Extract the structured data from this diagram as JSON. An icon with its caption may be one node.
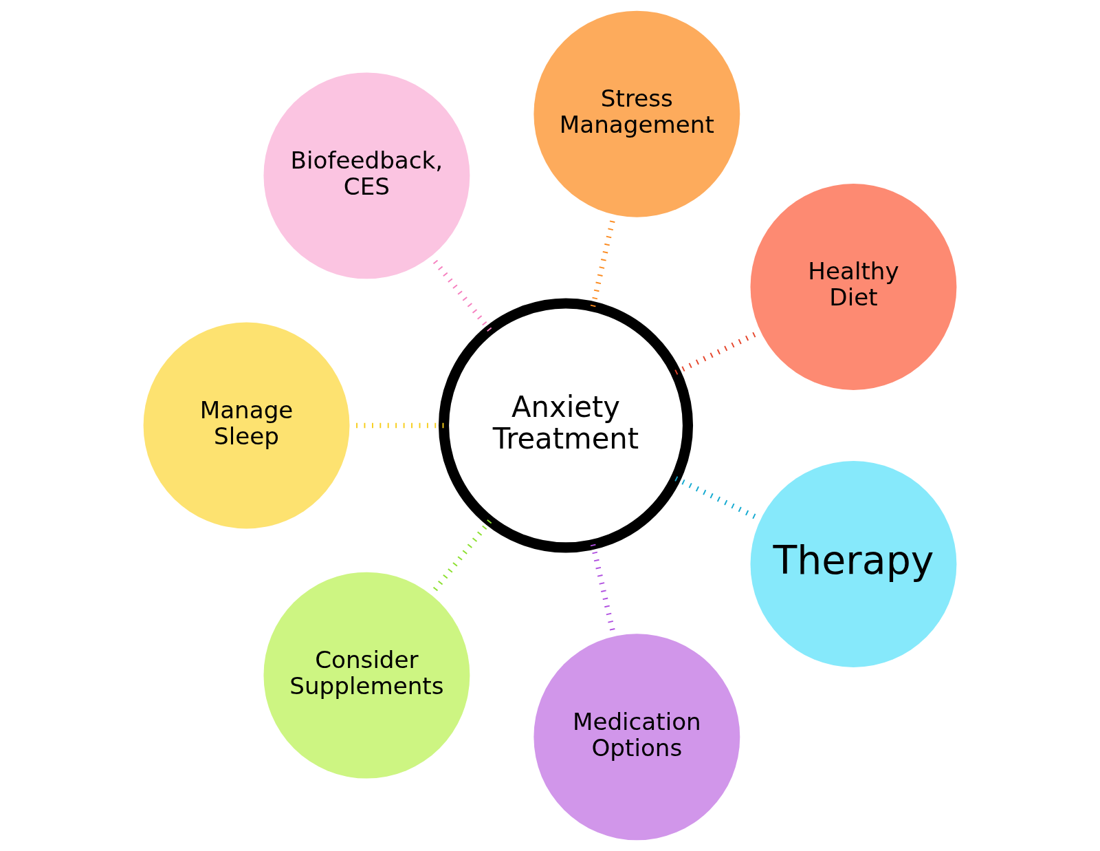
{
  "diagram": {
    "nodes": [
      {
        "text": [
          "Healthy Diet"
        ]
      },
      {
        "text": [
          "Stress Management"
        ]
      },
      {
        "text": [
          "Biofeedback, CES"
        ]
      },
      {
        "text": [
          "Manage Sleep"
        ]
      },
      {
        "text": [
          "Anxiety Treatment"
        ]
      },
      {
        "text": [
          "Consider Supplements"
        ]
      },
      {
        "text": [
          "Medication Options"
        ]
      },
      {
        "text": [
          "Therapy"
        ]
      }
    ],
    "edges": [
      {
        "from": 4,
        "to": 0,
        "arrow": "none",
        "color": "#e5452b"
      },
      {
        "from": 4,
        "to": 1,
        "arrow": "none",
        "color": "#fb8a1e"
      },
      {
        "from": 4,
        "to": 3,
        "arrow": "none",
        "color": "#f7ce1b"
      },
      {
        "from": 4,
        "to": 5,
        "arrow": "none",
        "color": "#8be02e"
      },
      {
        "from": 4,
        "to": 7,
        "arrow": "none",
        "color": "#12a9d0"
      },
      {
        "from": 4,
        "to": 6,
        "arrow": "none",
        "color": "#b04fe0"
      },
      {
        "from": 4,
        "to": 2,
        "arrow": "none",
        "color": "#f67fbf"
      }
    ]
  }
}
